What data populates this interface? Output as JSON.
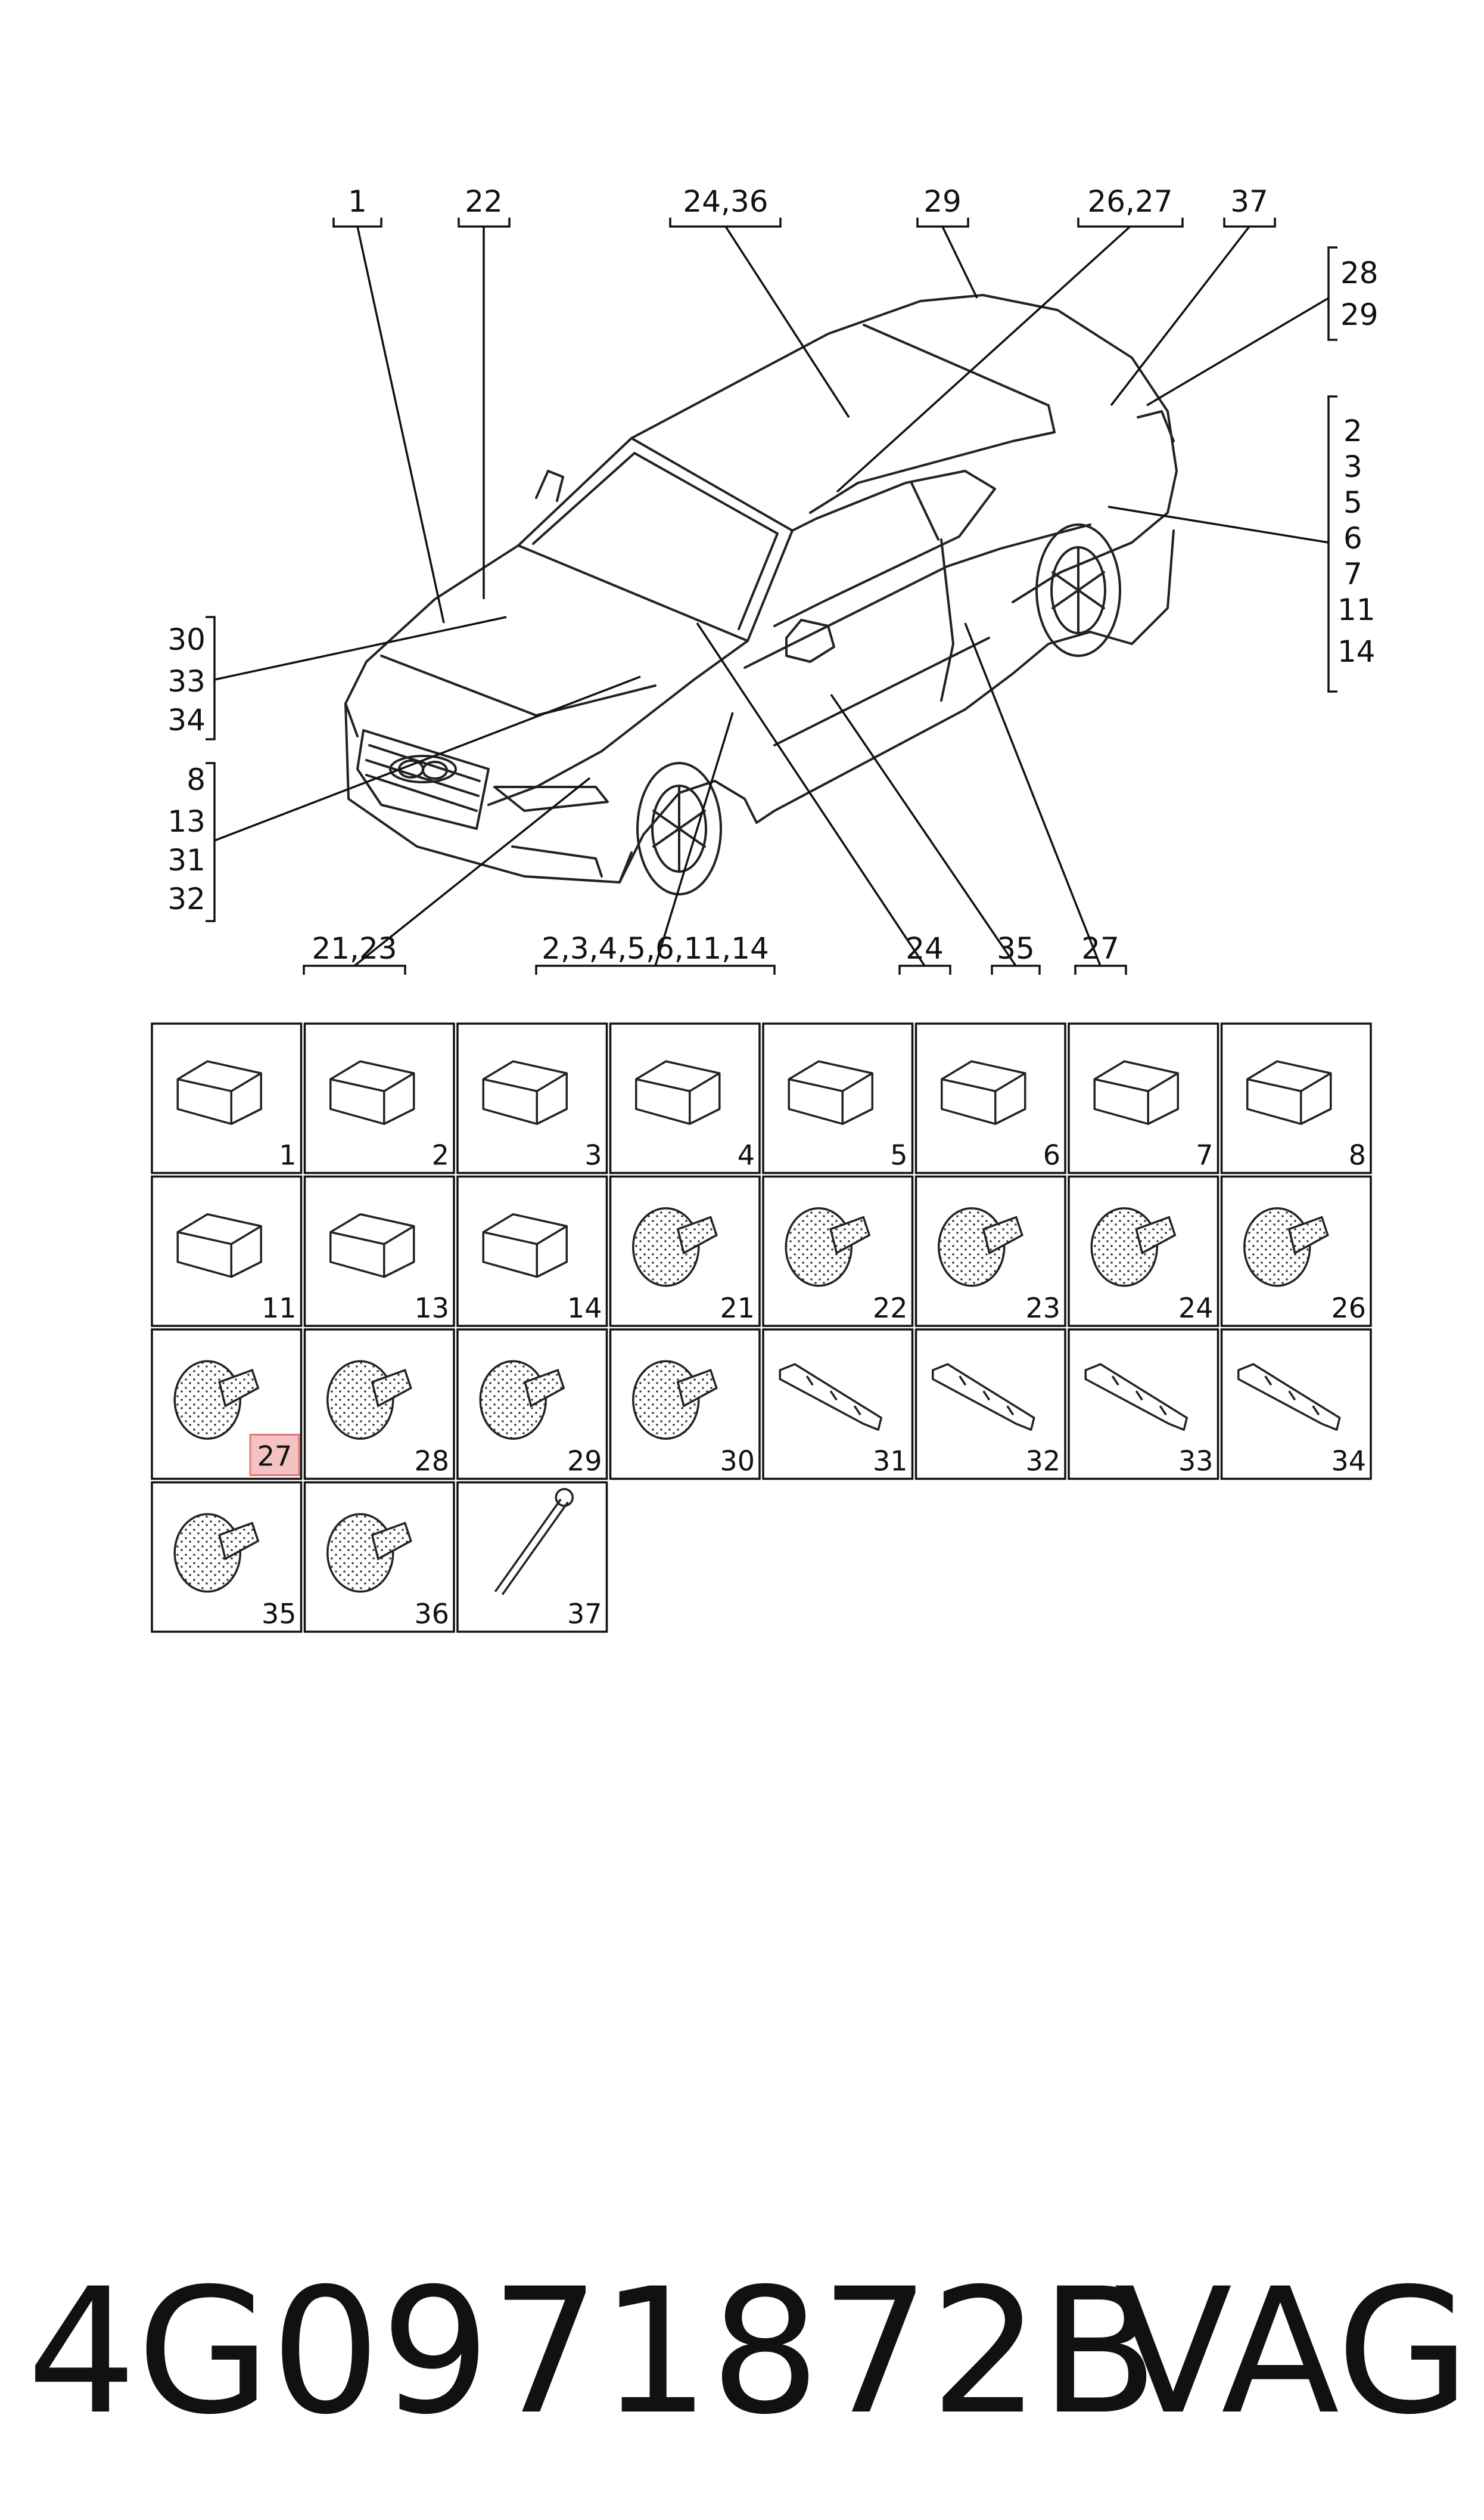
{
  "callouts": {
    "top": [
      "1",
      "22",
      "24,36",
      "29",
      "26,27",
      "37"
    ],
    "right_pair": [
      "28",
      "29"
    ],
    "right_list": [
      "2",
      "3",
      "5",
      "6",
      "7",
      "11",
      "14"
    ],
    "left_upper": [
      "30",
      "33",
      "34"
    ],
    "left_lower": [
      "8",
      "13",
      "31",
      "32"
    ],
    "bottom": [
      "21,23",
      "2,3,4,5,6,11,14",
      "24",
      "35",
      "27"
    ]
  },
  "grid": {
    "cells": [
      "1",
      "2",
      "3",
      "4",
      "5",
      "6",
      "7",
      "8",
      "11",
      "13",
      "14",
      "21",
      "22",
      "23",
      "24",
      "26",
      "27",
      "28",
      "29",
      "30",
      "31",
      "32",
      "33",
      "34",
      "35",
      "36",
      "37"
    ],
    "highlighted": "27",
    "highlight_color": "#f4c2c2",
    "highlight_border": "#e07a7a"
  },
  "footer": {
    "part_number": "4G0971872B",
    "brand": "VAG"
  }
}
